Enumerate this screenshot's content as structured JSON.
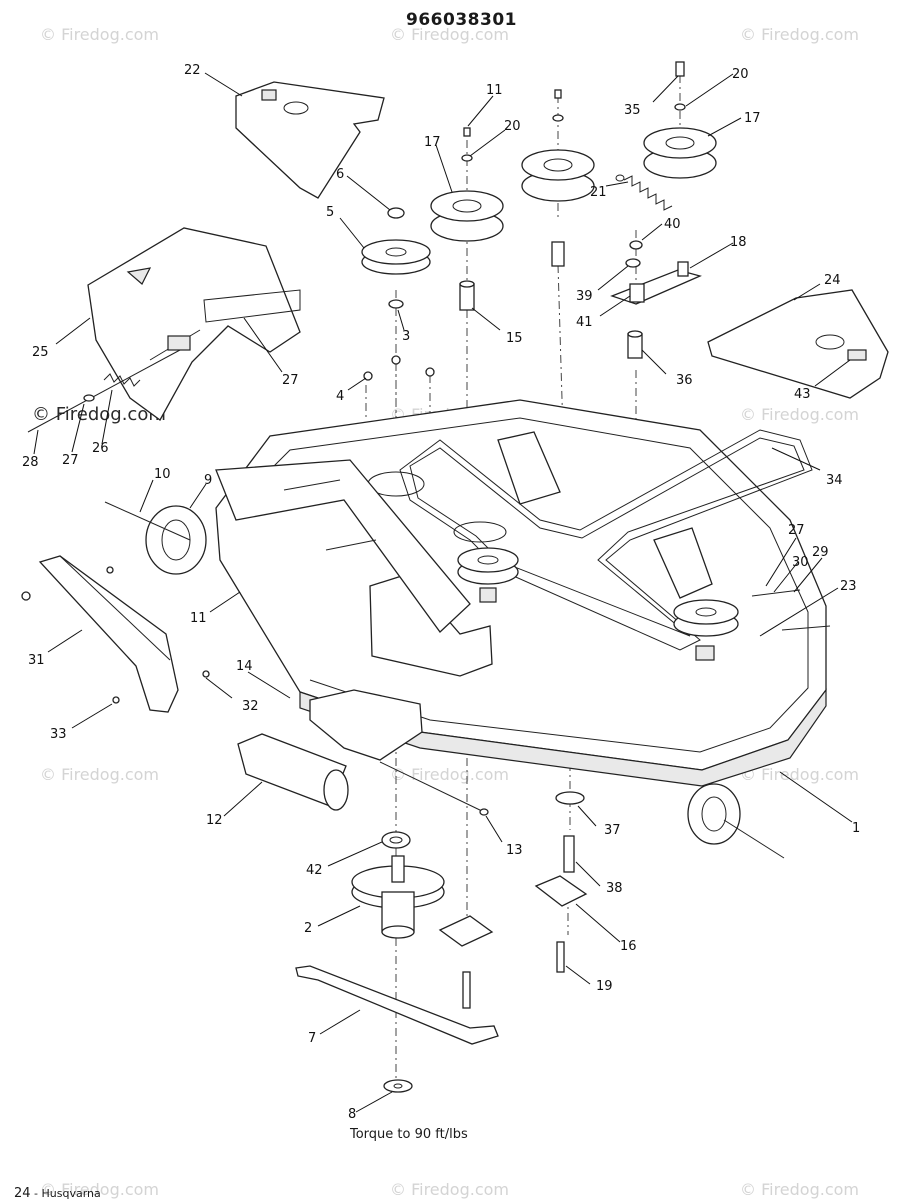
{
  "diagram": {
    "part_number": "966038301",
    "torque_note": "Torque to 90 ft/lbs",
    "footer_page": "24",
    "footer_brand": "- Husqvarna",
    "watermark": "© Firedog.com",
    "watermark_light": "Firedog.com",
    "callouts": {
      "c1": "1",
      "c2": "2",
      "c3": "3",
      "c4": "4",
      "c5": "5",
      "c6": "6",
      "c7": "7",
      "c8": "8",
      "c9": "9",
      "c10": "10",
      "c11a": "11",
      "c11b": "11",
      "c12": "12",
      "c13": "13",
      "c14": "14",
      "c15": "15",
      "c16": "16",
      "c17a": "17",
      "c17b": "17",
      "c18": "18",
      "c19": "19",
      "c20a": "20",
      "c20b": "20",
      "c21": "21",
      "c22": "22",
      "c23": "23",
      "c24": "24",
      "c25": "25",
      "c26": "26",
      "c27a": "27",
      "c27b": "27",
      "c27c": "27",
      "c28": "28",
      "c29": "29",
      "c30": "30",
      "c31": "31",
      "c32": "32",
      "c33": "33",
      "c34": "34",
      "c35": "35",
      "c36": "36",
      "c37": "37",
      "c38": "38",
      "c39": "39",
      "c40": "40",
      "c41": "41",
      "c42": "42",
      "c43": "43"
    }
  }
}
